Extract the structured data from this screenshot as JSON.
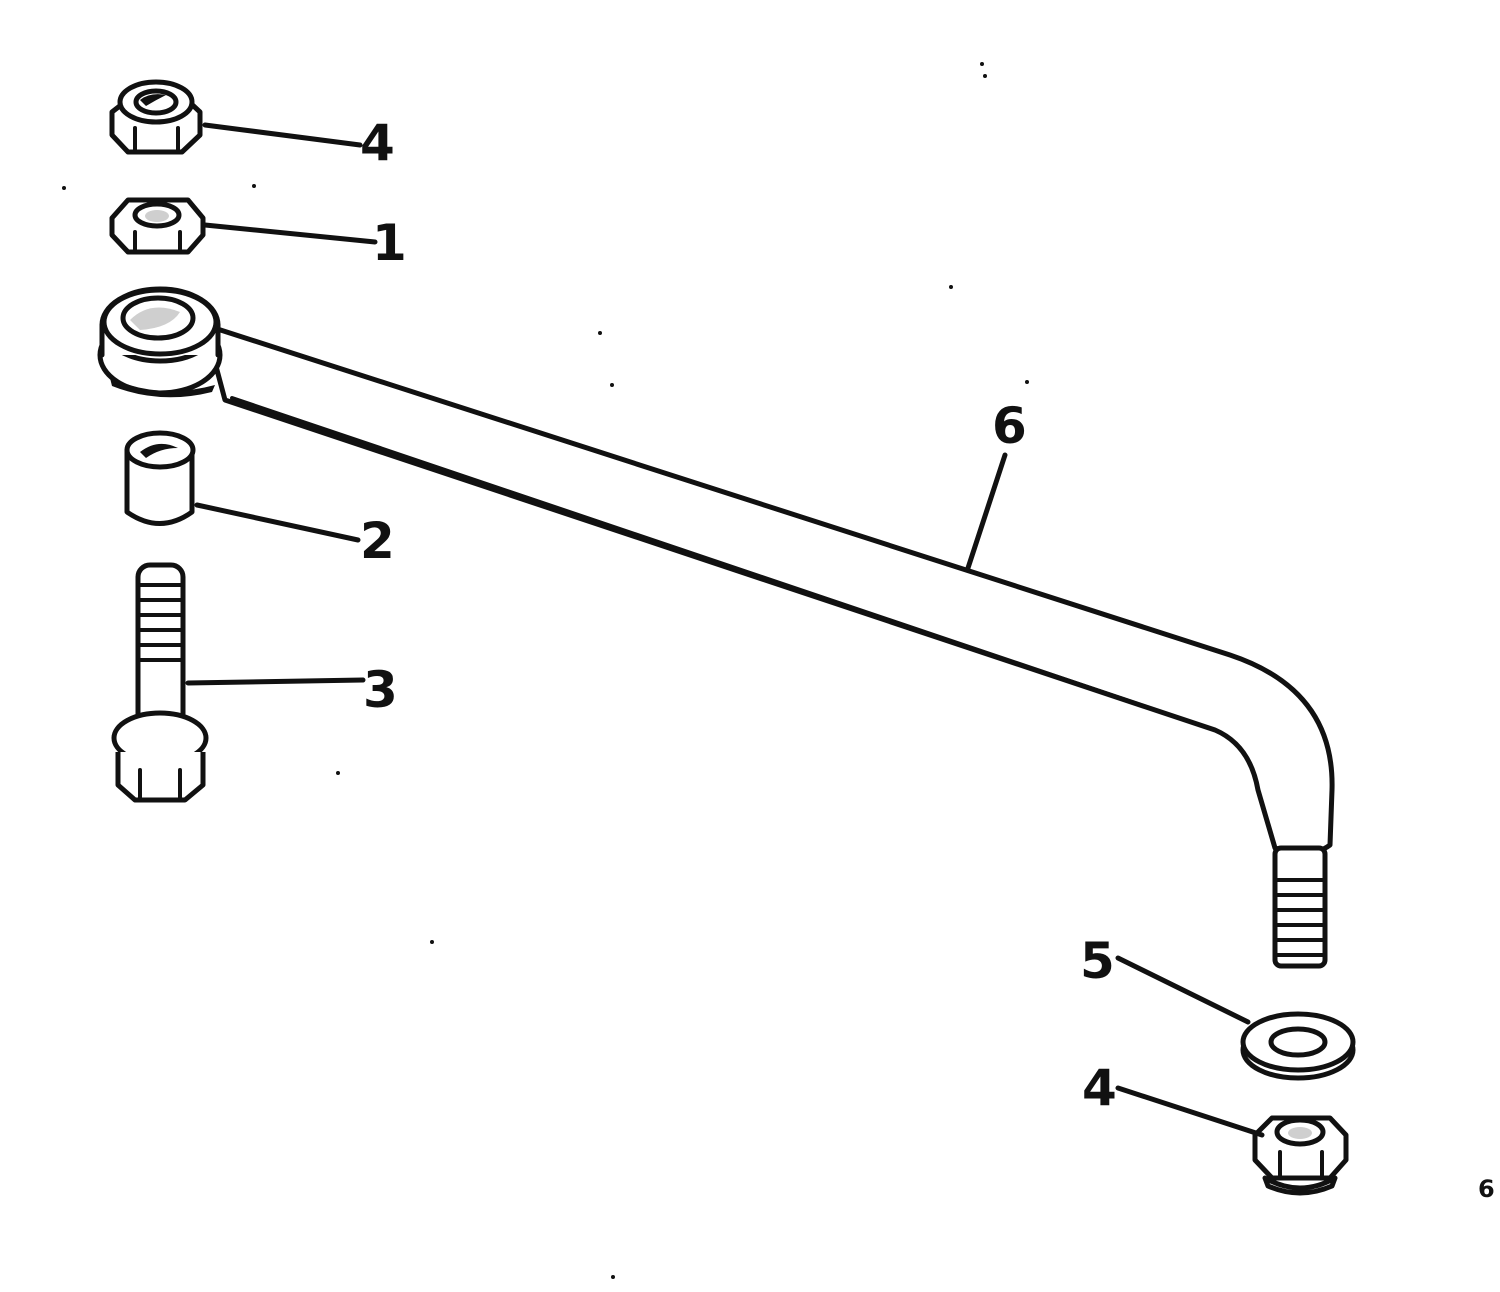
{
  "diagram": {
    "callouts": {
      "nut_top": "4",
      "hex_nut": "1",
      "spacer": "2",
      "bolt": "3",
      "washer": "5",
      "nut_bottom": "4",
      "link_rod": "6"
    },
    "page_mark": "6"
  },
  "colors": {
    "ink": "#111111",
    "paper": "#ffffff",
    "shade": "#cfcfcf"
  }
}
